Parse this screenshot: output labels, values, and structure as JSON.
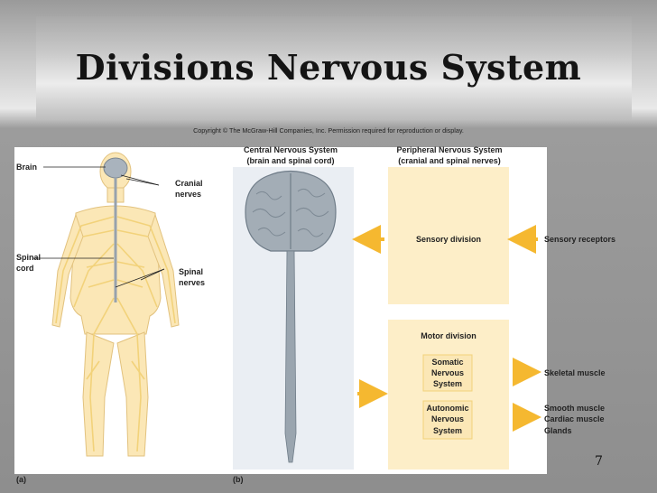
{
  "slide": {
    "title": "Divisions Nervous System",
    "copyright": "Copyright © The McGraw-Hill Companies, Inc. Permission required for reproduction or display.",
    "page_number": "7"
  },
  "figure_a": {
    "panel_label": "(a)",
    "brain": "Brain",
    "cranial_nerves": [
      "Cranial",
      "nerves"
    ],
    "spinal_cord": [
      "Spinal",
      "cord"
    ],
    "spinal_nerves": [
      "Spinal",
      "nerves"
    ]
  },
  "figure_b": {
    "panel_label": "(b)",
    "cns_title": [
      "Central Nervous System",
      "(brain and spinal cord)"
    ],
    "pns_title": [
      "Peripheral Nervous System",
      "(cranial and spinal nerves)"
    ],
    "sensory_division": "Sensory division",
    "sensory_receptors": "Sensory receptors",
    "motor_division": "Motor division",
    "somatic": [
      "Somatic",
      "Nervous",
      "System"
    ],
    "autonomic": [
      "Autonomic",
      "Nervous",
      "System"
    ],
    "skeletal_muscle": "Skeletal muscle",
    "smooth_muscle": "Smooth muscle",
    "cardiac_muscle": "Cardiac muscle",
    "glands": "Glands"
  },
  "colors": {
    "nerve_yellow": "#f2d27a",
    "pns_box": "#fdeec8",
    "arrow": "#f5b830",
    "cns_bg": "#eaeef3",
    "brain_gray": "#a3adb6"
  }
}
